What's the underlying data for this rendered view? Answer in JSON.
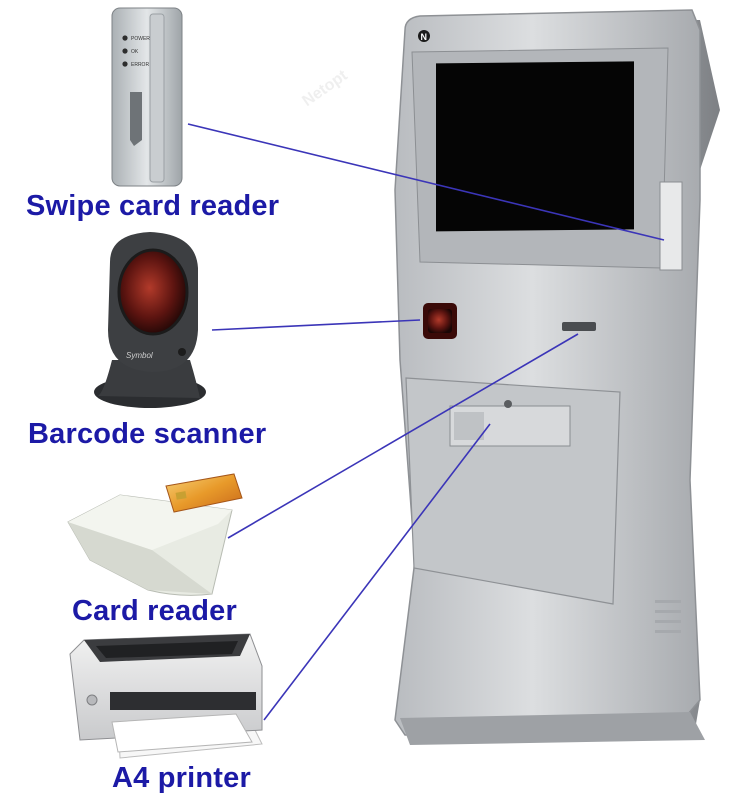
{
  "labels": {
    "swipe_card_reader": "Swipe card reader",
    "barcode_scanner": "Barcode scanner",
    "card_reader": "Card reader",
    "a4_printer": "A4 printer"
  },
  "devices": {
    "swipe_reader_leds": [
      "POWER",
      "OK",
      "ERROR"
    ],
    "barcode_brand": "Symbol"
  },
  "kiosk": {
    "logo": "N"
  },
  "watermark": "Netopt",
  "colors": {
    "label_text": "#1c1aa6",
    "leader_line": "#3b35b8",
    "kiosk_body": "#c6c9cc",
    "screen": "#050505"
  }
}
